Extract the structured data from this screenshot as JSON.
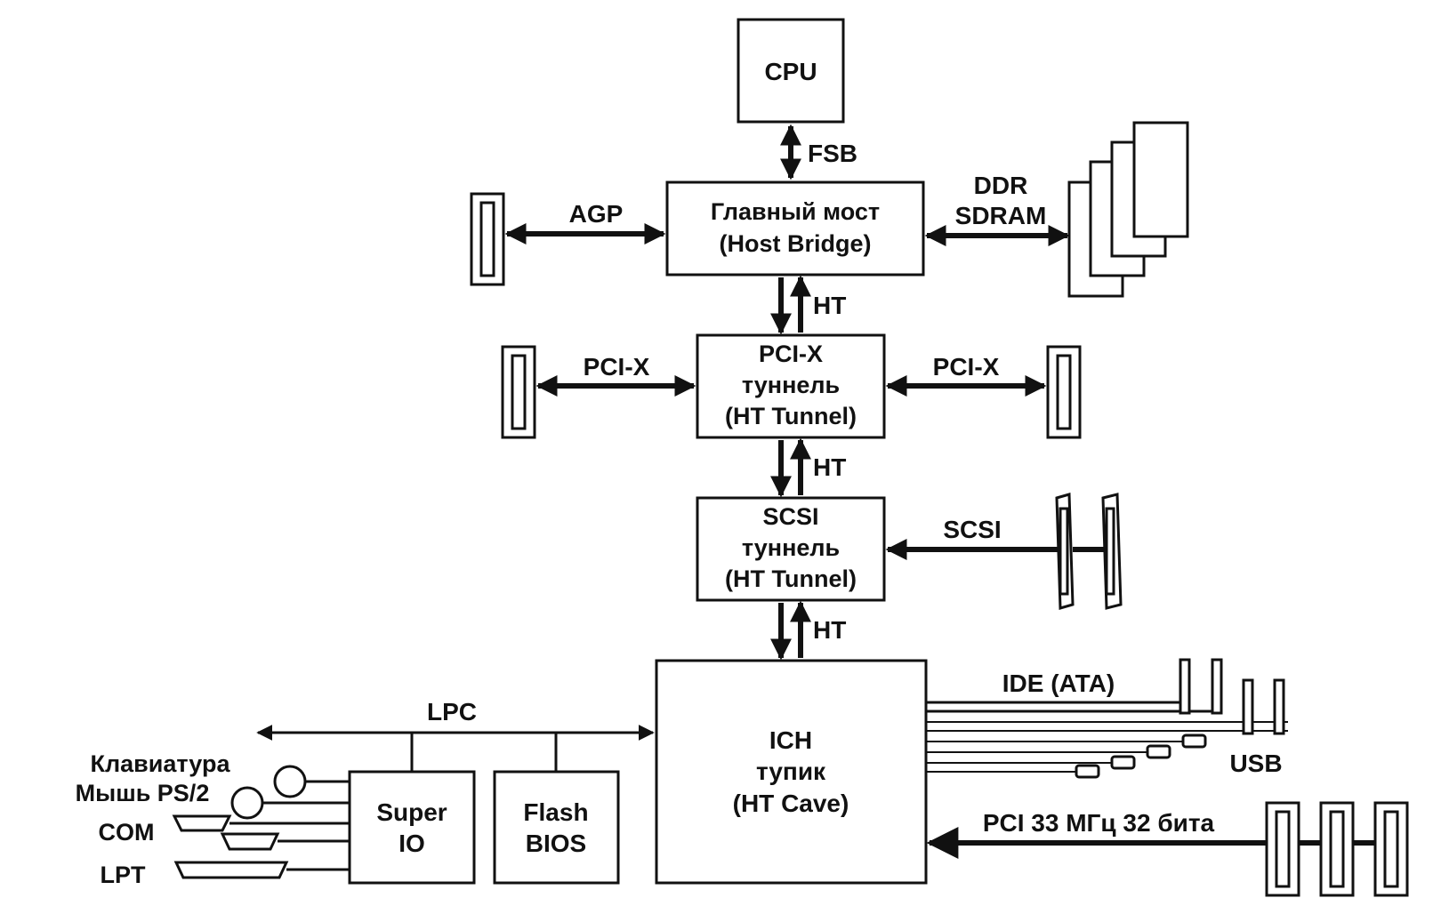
{
  "diagram": {
    "nodes": {
      "cpu": "CPU",
      "host_bridge": [
        "Главный мост",
        "(Host Bridge)"
      ],
      "pcix_tunnel": [
        "PCI-X",
        "туннель",
        "(HT Tunnel)"
      ],
      "scsi_tunnel": [
        "SCSI",
        "туннель",
        "(HT Tunnel)"
      ],
      "ich": [
        "ICH",
        "тупик",
        "(HT Cave)"
      ],
      "super_io": [
        "Super",
        "IO"
      ],
      "flash_bios": [
        "Flash",
        "BIOS"
      ]
    },
    "links": {
      "fsb": "FSB",
      "agp": "AGP",
      "ddr": [
        "DDR",
        "SDRAM"
      ],
      "ht": "HT",
      "pcix": "PCI-X",
      "scsi": "SCSI",
      "lpc": "LPC",
      "ide": "IDE (ATA)",
      "usb": "USB",
      "pci": "PCI 33 МГц 32 бита"
    },
    "peripherals": {
      "keyboard": "Клавиатура",
      "mouse": "Мышь PS/2",
      "com": "COM",
      "lpt": "LPT"
    }
  }
}
